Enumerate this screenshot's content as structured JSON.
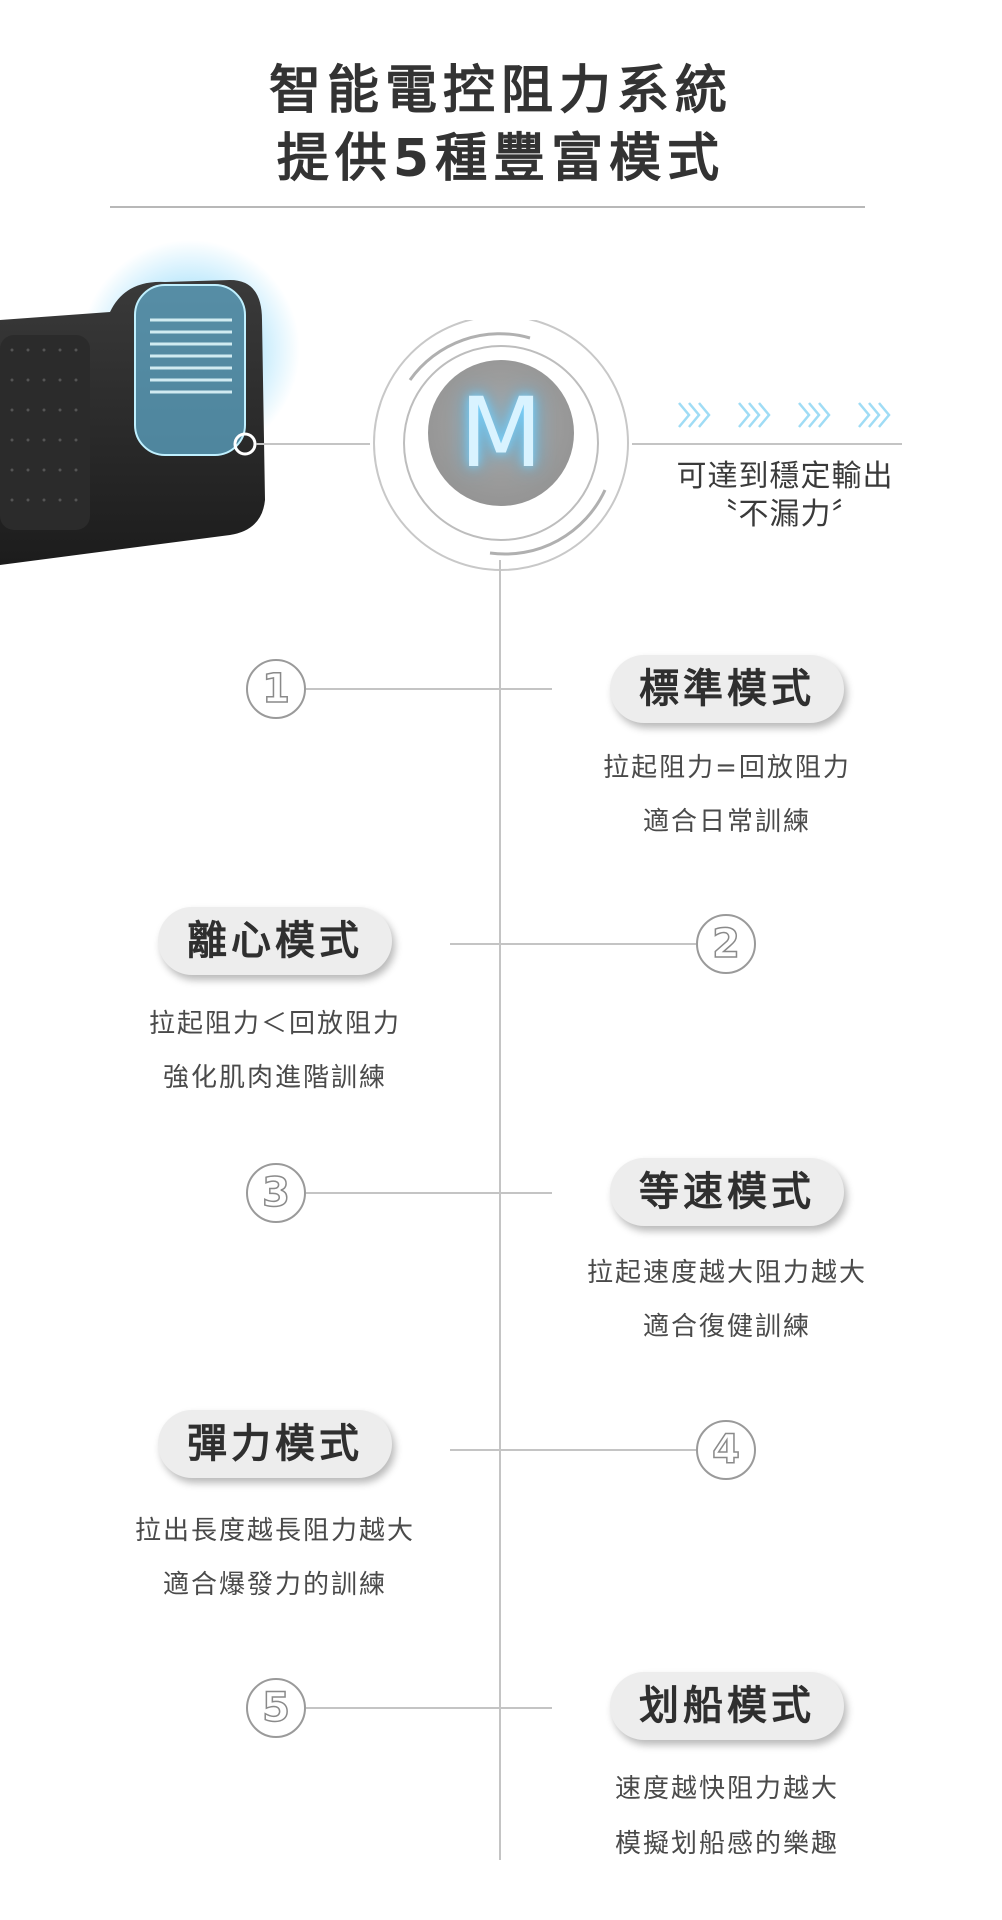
{
  "header": {
    "title_line1": "智能電控阻力系統",
    "title_line2": "提供5種豐富模式"
  },
  "center": {
    "logo_letter": "M",
    "output_line1": "可達到穩定輸出",
    "output_line2": "〝不漏力〞"
  },
  "modes": [
    {
      "number": "1",
      "name": "標準模式",
      "desc1": "拉起阻力=回放阻力",
      "desc2": "適合日常訓練"
    },
    {
      "number": "2",
      "name": "離心模式",
      "desc1": "拉起阻力＜回放阻力",
      "desc2": "強化肌肉進階訓練"
    },
    {
      "number": "3",
      "name": "等速模式",
      "desc1": "拉起速度越大阻力越大",
      "desc2": "適合復健訓練"
    },
    {
      "number": "4",
      "name": "彈力模式",
      "desc1": "拉出長度越長阻力越大",
      "desc2": "適合爆發力的訓練"
    },
    {
      "number": "5",
      "name": "划船模式",
      "desc1": "速度越快阻力越大",
      "desc2": "模擬划船感的樂趣"
    }
  ],
  "colors": {
    "accent_glow": "#46baf5",
    "pill_bg": "#ededed",
    "line": "#c4c4c4",
    "text": "#333333"
  }
}
